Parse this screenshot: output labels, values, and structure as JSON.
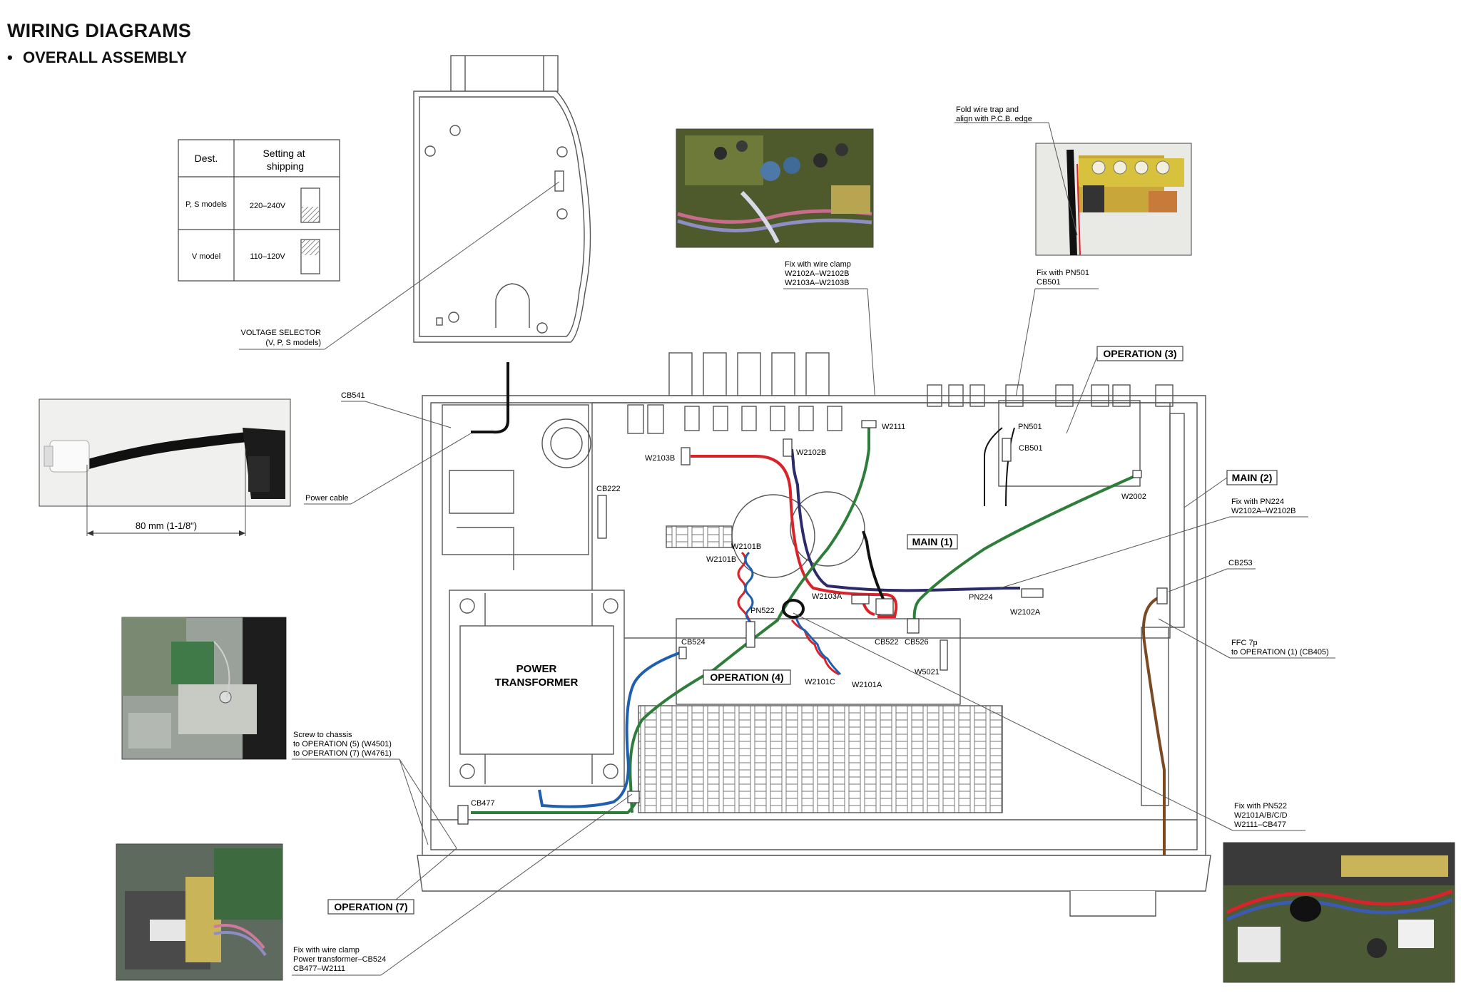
{
  "header": {
    "title": "WIRING DIAGRAMS",
    "subtitle": "OVERALL ASSEMBLY",
    "bullet": "•"
  },
  "voltage_table": {
    "headers": [
      "Dest.",
      "Setting at shipping"
    ],
    "rows": [
      {
        "dest": "P, S models",
        "voltage": "220–240V"
      },
      {
        "dest": "V model",
        "voltage": "110–120V"
      }
    ]
  },
  "boards": {
    "main1": "MAIN (1)",
    "main2": "MAIN (2)",
    "op3": "OPERATION (3)",
    "op4": "OPERATION (4)",
    "op7": "OPERATION (7)",
    "transformer_line1": "POWER",
    "transformer_line2": "TRANSFORMER"
  },
  "labels": {
    "voltage_selector_1": "VOLTAGE SELECTOR",
    "voltage_selector_2": "(V, P, S models)",
    "cb541": "CB541",
    "power_cable": "Power cable",
    "dimension": "80 mm (1-1/8\")",
    "cb222": "CB222",
    "w2103b": "W2103B",
    "w2102b": "W2102B",
    "w2111": "W2111",
    "pn501": "PN501",
    "cb501": "CB501",
    "w2002": "W2002",
    "w2101b_a": "W2101B",
    "w2101b_b": "W2101B",
    "w2103a": "W2103A",
    "pn522": "PN522",
    "pn224": "PN224",
    "w2102a": "W2102A",
    "cb522": "CB522",
    "cb526": "CB526",
    "cb524": "CB524",
    "w5021": "W5021",
    "w2101c": "W2101C",
    "w2101a": "W2101A",
    "cb253": "CB253",
    "cb477": "CB477"
  },
  "callouts": {
    "fold_trap_1": "Fold wire trap and",
    "fold_trap_2": "align with P.C.B. edge",
    "fix_clamp_top_1": "Fix with wire clamp",
    "fix_clamp_top_2": "W2102A–W2102B",
    "fix_clamp_top_3": "W2103A–W2103B",
    "fix_pn501_1": "Fix with PN501",
    "fix_pn501_2": "CB501",
    "fix_pn224_1": "Fix with PN224",
    "fix_pn224_2": "W2102A–W2102B",
    "ffc_1": "FFC 7p",
    "ffc_2": "to OPERATION (1) (CB405)",
    "fix_pn522_1": "Fix with PN522",
    "fix_pn522_2": "W2101A/B/C/D",
    "fix_pn522_3": "W2111–CB477",
    "screw_1": "Screw to chassis",
    "screw_2": "to OPERATION (5) (W4501)",
    "screw_3": "to OPERATION (7) (W4761)",
    "fix_clamp_bottom_1": "Fix with wire clamp",
    "fix_clamp_bottom_2": "Power transformer–CB524",
    "fix_clamp_bottom_3": "CB477–W2111"
  },
  "colors": {
    "wire_red": "#d8232a",
    "wire_navy": "#2b2a6b",
    "wire_green": "#2f7d3a",
    "wire_blue": "#1f5fb0",
    "wire_brown": "#7a4a22",
    "wire_black": "#111111",
    "line_gray": "#555555",
    "photo_pcb": "#5a6b3c",
    "photo_dark": "#2a2f2a",
    "pcb_yellow": "#d9c24a"
  },
  "icons": {
    "photo": "pcb-photo",
    "screw": "screw-icon",
    "connector": "connector-icon"
  }
}
